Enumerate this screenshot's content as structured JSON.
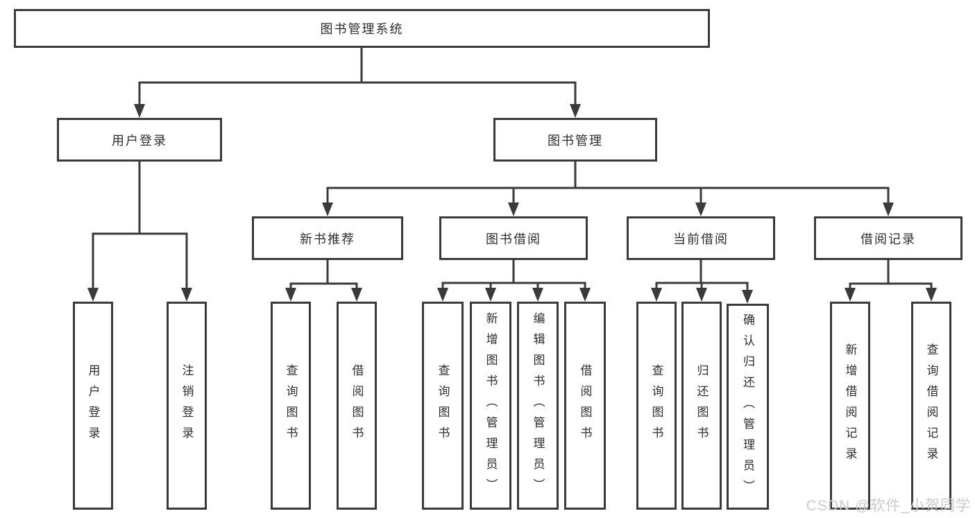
{
  "tree": {
    "label": "图书管理系统",
    "children": [
      {
        "label": "用户登录",
        "children": [
          {
            "label": "用户登录"
          },
          {
            "label": "注销登录"
          }
        ]
      },
      {
        "label": "图书管理",
        "children": [
          {
            "label": "新书推荐",
            "children": [
              {
                "label": "查询图书"
              },
              {
                "label": "借阅图书"
              }
            ]
          },
          {
            "label": "图书借阅",
            "children": [
              {
                "label": "查询图书"
              },
              {
                "label": "新增图书（管理员）"
              },
              {
                "label": "编辑图书（管理员）"
              },
              {
                "label": "借阅图书"
              }
            ]
          },
          {
            "label": "当前借阅",
            "children": [
              {
                "label": "查询图书"
              },
              {
                "label": "归还图书"
              },
              {
                "label": "确认归还（管理员）"
              }
            ]
          },
          {
            "label": "借阅记录",
            "children": [
              {
                "label": "新增借阅记录"
              },
              {
                "label": "查询借阅记录"
              }
            ]
          }
        ]
      }
    ]
  },
  "watermark": {
    "text": "CSDN @软件_小贺同学"
  },
  "colors": {
    "line": "#3a3a3a",
    "text": "#2d2d2d",
    "watermark": "#cccccc",
    "background": "#ffffff"
  }
}
